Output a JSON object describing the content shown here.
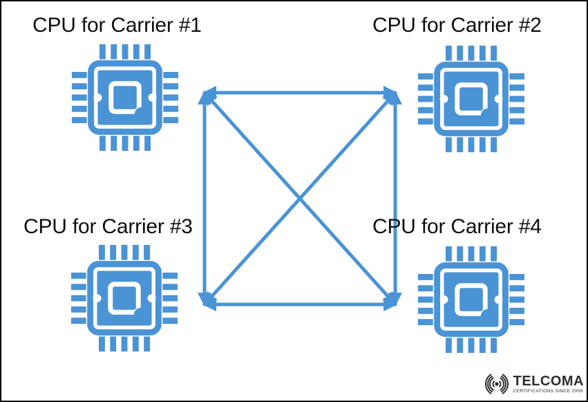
{
  "colors": {
    "accent": "#4a93d5",
    "label": "#0e0e0e",
    "logo": "#2d2d2d",
    "background": "#ffffff",
    "frame": "#000000"
  },
  "diagram": {
    "type": "full-mesh-interconnect",
    "description": "Four CPUs, one per carrier, fully interconnected with bidirectional arrows"
  },
  "nodes": [
    {
      "id": "carrier-1",
      "label": "CPU for Carrier #1"
    },
    {
      "id": "carrier-2",
      "label": "CPU for Carrier #2"
    },
    {
      "id": "carrier-3",
      "label": "CPU for Carrier #3"
    },
    {
      "id": "carrier-4",
      "label": "CPU for Carrier #4"
    }
  ],
  "connections": [
    {
      "from": "carrier-1",
      "to": "carrier-2",
      "bidirectional": true
    },
    {
      "from": "carrier-3",
      "to": "carrier-4",
      "bidirectional": true
    },
    {
      "from": "carrier-1",
      "to": "carrier-3",
      "bidirectional": true
    },
    {
      "from": "carrier-2",
      "to": "carrier-4",
      "bidirectional": true
    },
    {
      "from": "carrier-1",
      "to": "carrier-4",
      "bidirectional": true
    },
    {
      "from": "carrier-2",
      "to": "carrier-3",
      "bidirectional": true
    }
  ],
  "logo": {
    "brand": "TELCOMA",
    "tagline": "CERTIFICATIONS SINCE 2009",
    "icon": "radio-waves-icon"
  }
}
